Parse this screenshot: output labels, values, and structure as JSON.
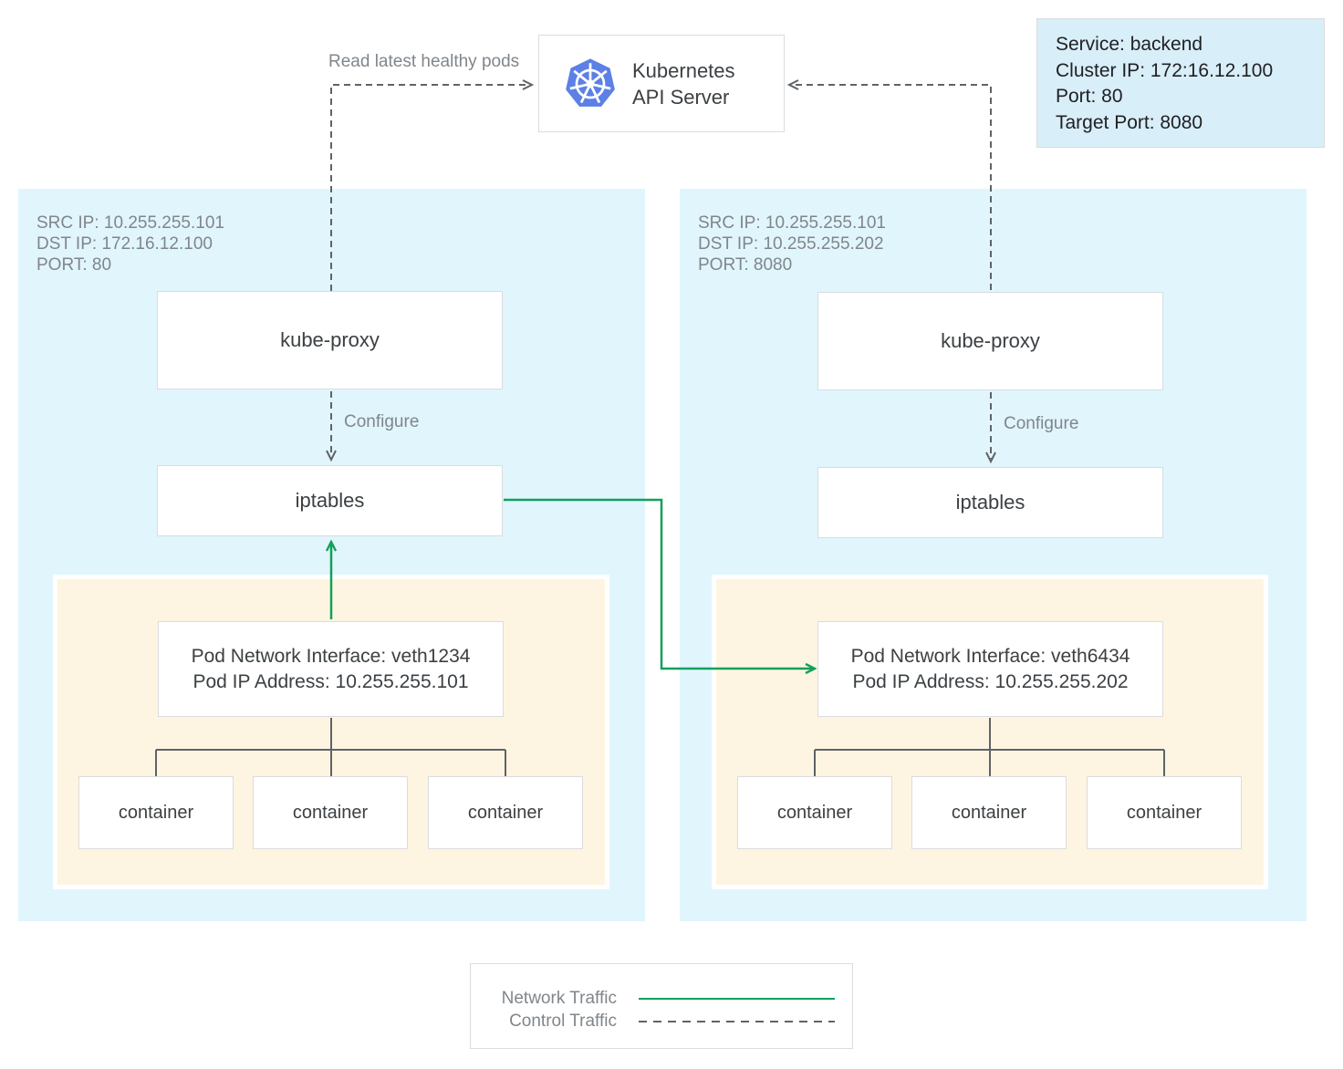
{
  "colors": {
    "network_traffic_green": "#12A05A",
    "control_traffic_gray": "#5F6368",
    "node_background": "#E1F5FD",
    "pod_background": "#FDF5E1",
    "service_box_background": "#D8EEF8",
    "kubernetes_blue": "#5C80E5",
    "box_border": "#DADCE0",
    "text_dark": "#3C4043",
    "text_gray": "#80868B"
  },
  "api_server": {
    "line1": "Kubernetes",
    "line2": "API Server"
  },
  "service": {
    "lines": [
      "Service: backend",
      "Cluster IP: 172:16.12.100",
      "Port: 80",
      "Target Port: 8080"
    ]
  },
  "labels": {
    "read_latest_healthy_pods": "Read latest healthy pods",
    "configure": "Configure"
  },
  "nodes": {
    "left": {
      "meta": [
        "SRC IP: 10.255.255.101",
        "DST IP: 172.16.12.100",
        "PORT: 80"
      ],
      "kube_proxy": "kube-proxy",
      "iptables": "iptables",
      "pod": {
        "interface": "Pod Network Interface: veth1234",
        "ip": "Pod IP Address: 10.255.255.101",
        "containers": [
          "container",
          "container",
          "container"
        ]
      }
    },
    "right": {
      "meta": [
        "SRC IP: 10.255.255.101",
        "DST IP: 10.255.255.202",
        "PORT: 8080"
      ],
      "kube_proxy": "kube-proxy",
      "iptables": "iptables",
      "pod": {
        "interface": "Pod Network Interface: veth6434",
        "ip": "Pod IP Address: 10.255.255.202",
        "containers": [
          "container",
          "container",
          "container"
        ]
      }
    }
  },
  "legend": {
    "network": "Network Traffic",
    "control": "Control Traffic"
  }
}
